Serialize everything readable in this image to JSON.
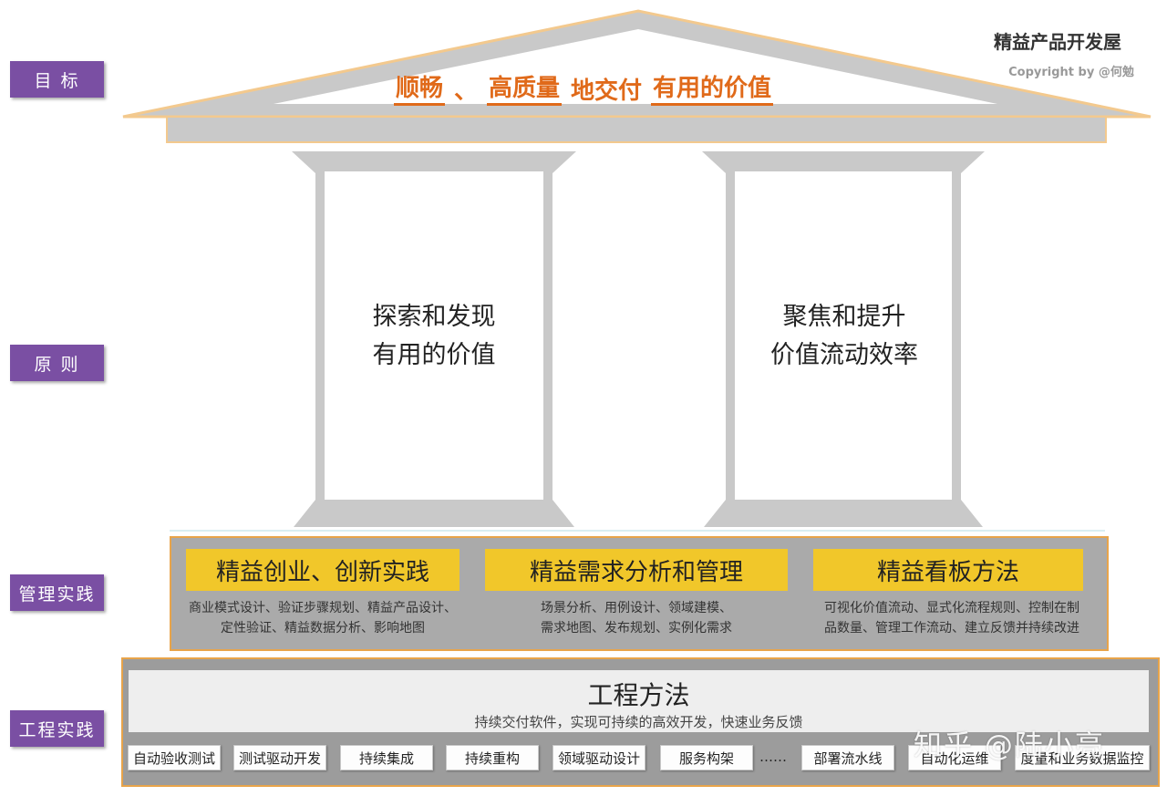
{
  "header": {
    "house_title": "精益产品开发屋",
    "copyright": "Copyright by @何勉"
  },
  "row_labels": {
    "goal": "目 标",
    "principle": "原 则",
    "management": "管理实践",
    "engineering": "工程实践"
  },
  "goal": {
    "part1": "顺畅",
    "separator": "、",
    "part2": "高质量",
    "part3": "地交付",
    "part4": "有用的价值"
  },
  "pillars": [
    {
      "line1": "探索和发现",
      "line2": "有用的价值"
    },
    {
      "line1": "聚焦和提升",
      "line2": "价值流动效率"
    }
  ],
  "management": [
    {
      "title": "精益创业、创新实践",
      "line1": "商业模式设计、验证步骤规划、精益产品设计、",
      "line2": "定性验证、精益数据分析、影响地图"
    },
    {
      "title": "精益需求分析和管理",
      "line1": "场景分析、用例设计、领域建模、",
      "line2": "需求地图、发布规划、实例化需求"
    },
    {
      "title": "精益看板方法",
      "line1": "可视化价值流动、显式化流程规则、控制在制",
      "line2": "品数量、管理工作流动、建立反馈并持续改进"
    }
  ],
  "engineering": {
    "title": "工程方法",
    "subtitle": "持续交付软件，实现可持续的高效开发，快速业务反馈",
    "practices": [
      "自动验收测试",
      "测试驱动开发",
      "持续集成",
      "持续重构",
      "领域驱动设计",
      "服务构架",
      "部署流水线",
      "自动化运维",
      "度量和业务数据监控"
    ],
    "ellipsis": "……"
  },
  "watermark": "知乎 @陆小亮",
  "colors": {
    "label_purple": "#7a4fa3",
    "accent_orange": "#e06a1a",
    "heading_yellow": "#f1c72a",
    "frame_gray": "#c9c9c9",
    "border_orange": "#e8a44a"
  }
}
